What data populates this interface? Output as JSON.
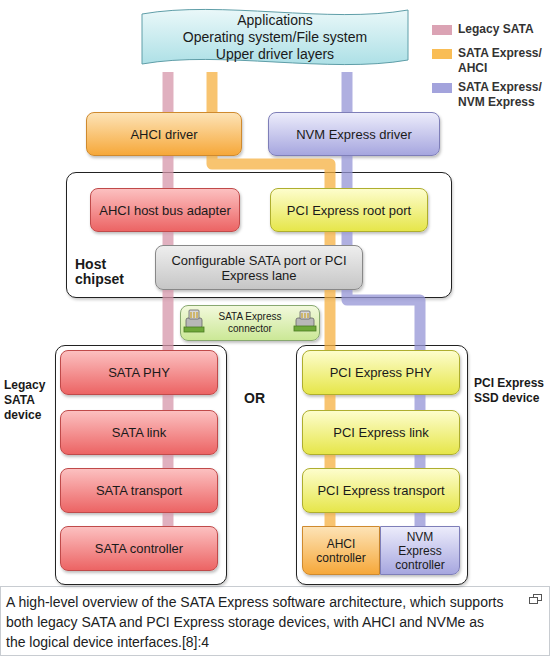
{
  "diagram": {
    "caption": "A high-level overview of the SATA Express software architecture, which supports both legacy SATA and PCI Express storage devices, with AHCI and NVMe as the logical device interfaces.[8]:4",
    "nodes": [
      {
        "text": [
          "Applications",
          "Operating system/File system",
          "Upper driver layers"
        ]
      },
      {
        "text": [
          "AHCI driver"
        ]
      },
      {
        "text": [
          "NVM Express driver"
        ]
      },
      {
        "text": [
          "Host chipset"
        ]
      },
      {
        "text": [
          "AHCI host bus adapter"
        ],
        "in": 3
      },
      {
        "text": [
          "PCI Express root port"
        ],
        "in": 3
      },
      {
        "text": [
          "Configurable SATA port or PCI Express lane"
        ],
        "in": 3
      },
      {
        "text": [
          "SATA Express connector"
        ]
      },
      {
        "text": [
          "Legacy SATA device"
        ]
      },
      {
        "text": [
          "SATA PHY"
        ],
        "in": 8
      },
      {
        "text": [
          "SATA link"
        ],
        "in": 8
      },
      {
        "text": [
          "SATA transport"
        ],
        "in": 8
      },
      {
        "text": [
          "SATA controller"
        ],
        "in": 8
      },
      {
        "text": [
          "PCI Express SSD device"
        ]
      },
      {
        "text": [
          "PCI Express PHY"
        ],
        "in": 13
      },
      {
        "text": [
          "PCI Express link"
        ],
        "in": 13
      },
      {
        "text": [
          "PCI Express transport"
        ],
        "in": 13
      },
      {
        "text": [
          "AHCI controller"
        ],
        "in": 13
      },
      {
        "text": [
          "NVM Express controller"
        ],
        "in": 13
      }
    ],
    "edges": [
      {
        "from": 0,
        "to": 1,
        "arrow": "none"
      },
      {
        "from": 1,
        "to": 4,
        "arrow": "none"
      },
      {
        "from": 4,
        "to": 6,
        "arrow": "none"
      },
      {
        "from": 6,
        "to": 9,
        "arrow": "none"
      },
      {
        "from": 9,
        "to": 10,
        "arrow": "none"
      },
      {
        "from": 10,
        "to": 11,
        "arrow": "none"
      },
      {
        "from": 11,
        "to": 12,
        "arrow": "none"
      },
      {
        "from": 0,
        "to": 1,
        "arrow": "none"
      },
      {
        "from": 1,
        "to": 5,
        "arrow": "none"
      },
      {
        "from": 5,
        "to": 6,
        "arrow": "none"
      },
      {
        "from": 6,
        "to": 14,
        "arrow": "none"
      },
      {
        "from": 14,
        "to": 15,
        "arrow": "none"
      },
      {
        "from": 15,
        "to": 16,
        "arrow": "none"
      },
      {
        "from": 16,
        "to": 17,
        "arrow": "none"
      },
      {
        "from": 0,
        "to": 2,
        "arrow": "none"
      },
      {
        "from": 2,
        "to": 5,
        "arrow": "none"
      },
      {
        "from": 5,
        "to": 6,
        "arrow": "none"
      },
      {
        "from": 6,
        "to": 14,
        "arrow": "none"
      },
      {
        "from": 14,
        "to": 15,
        "arrow": "none"
      },
      {
        "from": 15,
        "to": 16,
        "arrow": "none"
      },
      {
        "from": 16,
        "to": 18,
        "arrow": "none"
      }
    ],
    "labels": [
      "OR"
    ],
    "legend": [
      {
        "text": "Legacy SATA",
        "color": "#dba3b4"
      },
      {
        "text": "SATA Express/ AHCI",
        "color": "#f9bd55"
      },
      {
        "text": "SATA Express/ NVM Express",
        "color": "#a3a3dc"
      }
    ]
  }
}
